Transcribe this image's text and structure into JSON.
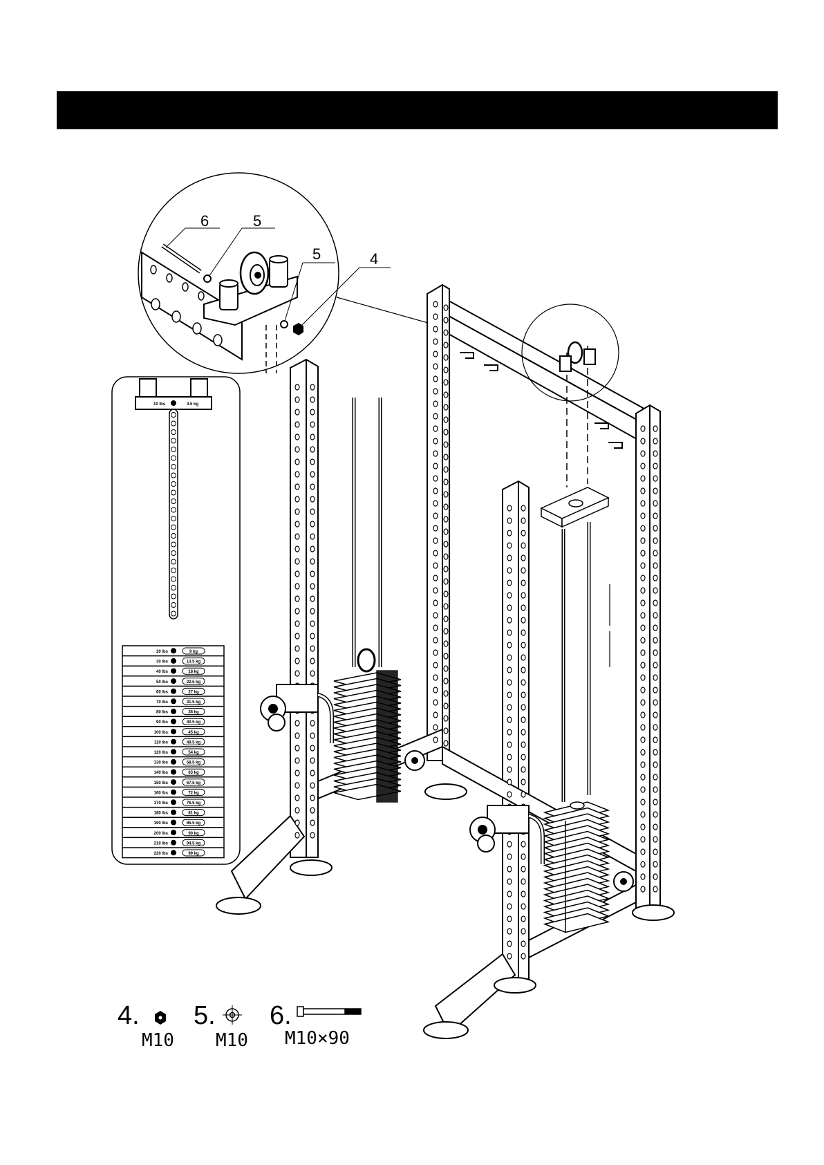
{
  "callouts": [
    {
      "id": "c6a",
      "label": "6"
    },
    {
      "id": "c5a",
      "label": "5"
    },
    {
      "id": "c5b",
      "label": "5"
    },
    {
      "id": "c4",
      "label": "4"
    }
  ],
  "selector_bar": {
    "left_label": "10 lbs",
    "right_label": "4.5 kg"
  },
  "weight_table": {
    "rows": [
      {
        "lbs": "20 lbs",
        "kg": "9 kg"
      },
      {
        "lbs": "30 lbs",
        "kg": "13.5 kg"
      },
      {
        "lbs": "40 lbs",
        "kg": "18 kg"
      },
      {
        "lbs": "50 lbs",
        "kg": "22.5 kg"
      },
      {
        "lbs": "60 lbs",
        "kg": "27 kg"
      },
      {
        "lbs": "70 lbs",
        "kg": "31.5 kg"
      },
      {
        "lbs": "80 lbs",
        "kg": "36 kg"
      },
      {
        "lbs": "90 lbs",
        "kg": "40.5 kg"
      },
      {
        "lbs": "100 lbs",
        "kg": "45 kg"
      },
      {
        "lbs": "110 lbs",
        "kg": "49.5 kg"
      },
      {
        "lbs": "120 lbs",
        "kg": "54 kg"
      },
      {
        "lbs": "130 lbs",
        "kg": "58.5 kg"
      },
      {
        "lbs": "140 lbs",
        "kg": "63 kg"
      },
      {
        "lbs": "150 lbs",
        "kg": "67.5 kg"
      },
      {
        "lbs": "160 lbs",
        "kg": "72 kg"
      },
      {
        "lbs": "170 lbs",
        "kg": "76.5 kg"
      },
      {
        "lbs": "180 lbs",
        "kg": "81 kg"
      },
      {
        "lbs": "190 lbs",
        "kg": "85.5 kg"
      },
      {
        "lbs": "200 lbs",
        "kg": "90 kg"
      },
      {
        "lbs": "210 lbs",
        "kg": "94.5 kg"
      },
      {
        "lbs": "220 lbs",
        "kg": "99 kg"
      }
    ]
  },
  "parts": [
    {
      "num": "4.",
      "spec": "M10",
      "icon": "hex-nut-icon"
    },
    {
      "num": "5.",
      "spec": "M10",
      "icon": "washer-icon"
    },
    {
      "num": "6.",
      "spec": "M10×90",
      "icon": "bolt-icon"
    }
  ]
}
